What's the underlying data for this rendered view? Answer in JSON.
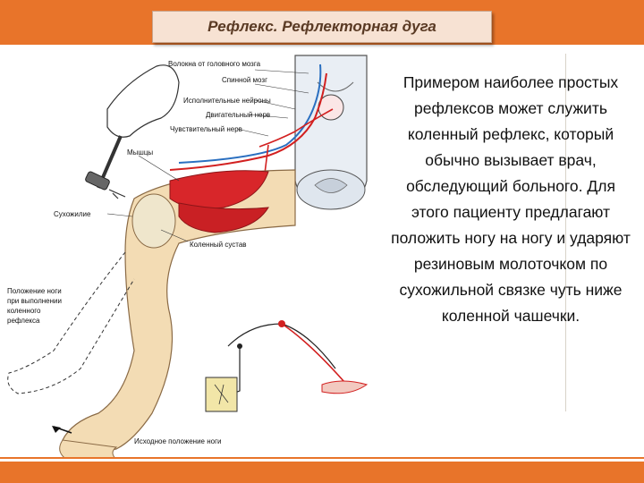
{
  "slide": {
    "title": "Рефлекс. Рефлекторная дуга",
    "body": "Примером наиболее простых рефлексов может служить коленный рефлекс, который обычно вызывает врач, обследующий больного. Для этого пациенту предлагают положить ногу на ногу и ударяют резиновым молоточком по сухожильной связке чуть ниже коленной чашечки."
  },
  "figure": {
    "labels": {
      "brain_fibers": "Волокна от головного мозга",
      "spinal_cord": "Спинной мозг",
      "executive_neurons": "Исполнительные нейроны",
      "motor_nerve": "Двигательный нерв",
      "sensory_nerve": "Чувствительный нерв",
      "muscles": "Мышцы",
      "tendon": "Сухожилие",
      "knee_joint": "Коленный сустав",
      "leg_position_line1": "Положение ноги",
      "leg_position_line2": "при выполнении",
      "leg_position_line3": "коленного",
      "leg_position_line4": "рефлекса",
      "initial_position": "Исходное положение ноги"
    },
    "colors": {
      "accent": "#e8742a",
      "muscle": "#d8262a",
      "nerve_red": "#d22020",
      "nerve_blue": "#2a6fc0",
      "skin": "#f3dcb4"
    }
  }
}
